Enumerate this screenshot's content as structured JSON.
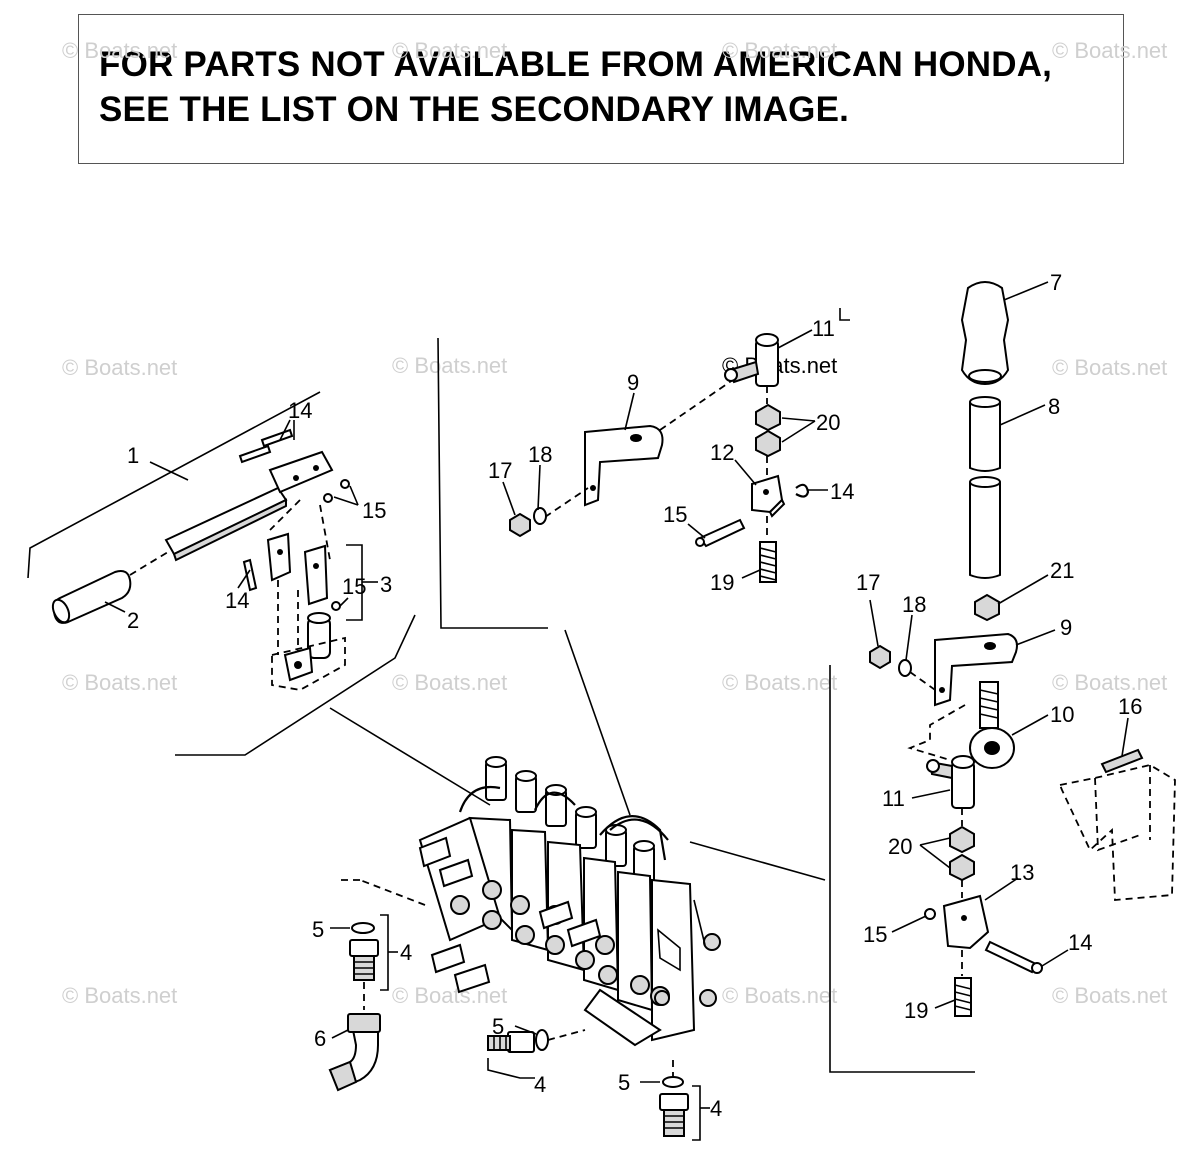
{
  "notice": {
    "line1": "FOR PARTS NOT AVAILABLE FROM AMERICAN HONDA,",
    "line2": "SEE THE LIST ON THE SECONDARY IMAGE."
  },
  "watermark": "© Boats.net",
  "callouts": {
    "c1": "1",
    "c2": "2",
    "c3": "3",
    "c4a": "4",
    "c4b": "4",
    "c4c": "4",
    "c5a": "5",
    "c5b": "5",
    "c5c": "5",
    "c6": "6",
    "c7": "7",
    "c8": "8",
    "c9a": "9",
    "c9b": "9",
    "c10": "10",
    "c11a": "11",
    "c11b": "11",
    "c12": "12",
    "c13": "13",
    "c14a": "14",
    "c14b": "14",
    "c14c": "14",
    "c14d": "14",
    "c15a": "15",
    "c15b": "15",
    "c15c": "15",
    "c15d": "15",
    "c16": "16",
    "c17a": "17",
    "c17b": "17",
    "c18a": "18",
    "c18b": "18",
    "c19a": "19",
    "c19b": "19",
    "c20a": "20",
    "c20b": "20",
    "c21": "21"
  }
}
